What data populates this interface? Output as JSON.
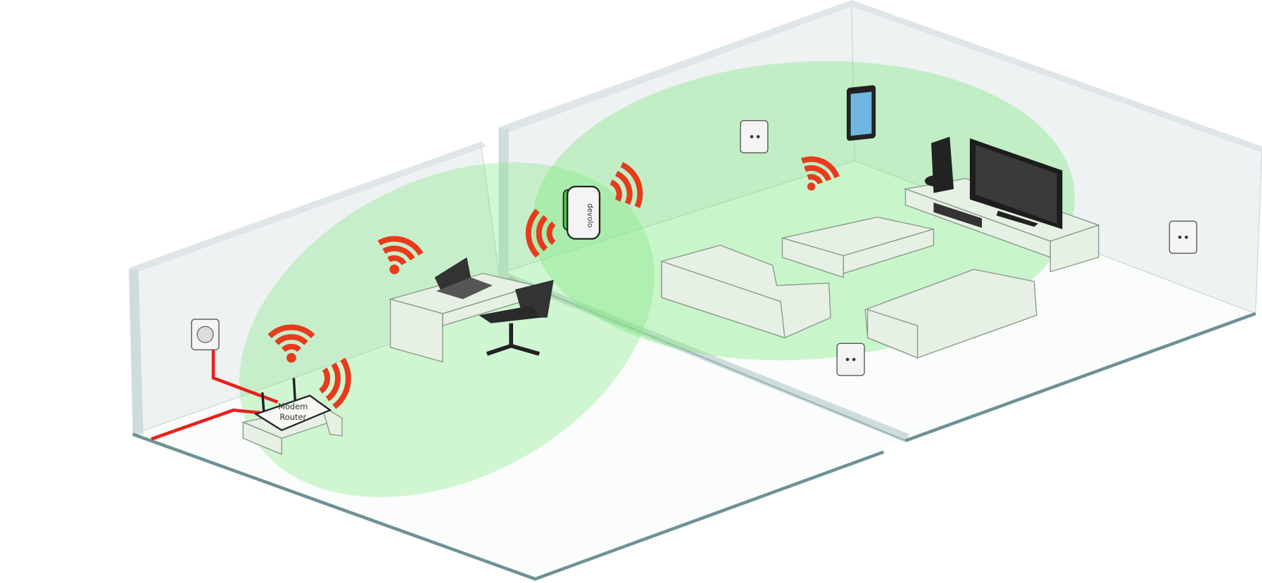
{
  "router": {
    "line1": "Modem",
    "line2": "Router"
  },
  "repeater": {
    "brand": "devolo"
  },
  "colors": {
    "signal": "#e63b1c",
    "coverage": "#7fe87f",
    "cable": "#e8201a",
    "wall_edge": "#6f9196"
  },
  "icons": [
    "wifi-signal-icon",
    "power-outlet-icon",
    "laptop-icon",
    "tablet-icon",
    "tv-icon",
    "game-console-icon",
    "gamepad-icon",
    "office-chair-icon",
    "sofa-icon"
  ]
}
